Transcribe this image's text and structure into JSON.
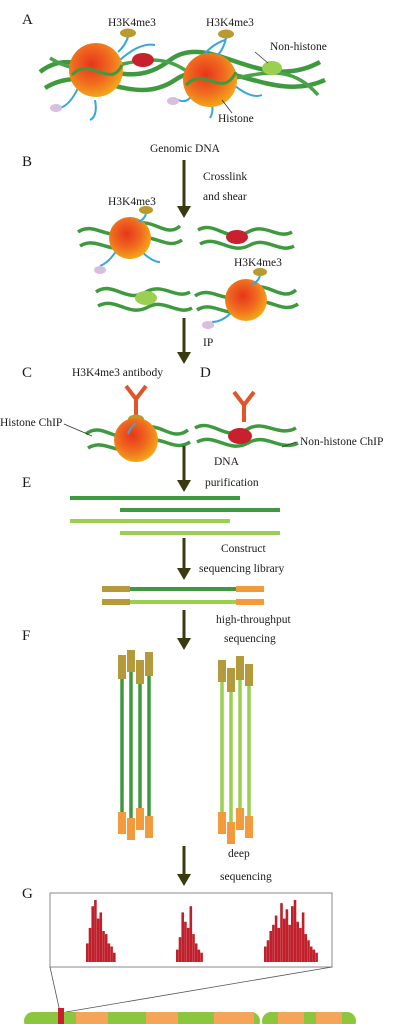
{
  "panels": [
    "A",
    "B",
    "C",
    "D",
    "E",
    "F",
    "G"
  ],
  "labels": {
    "h3k4me3_a1": "H3K4me3",
    "h3k4me3_a2": "H3K4me3",
    "non_histone": "Non-histone",
    "histone": "Histone",
    "genomic_dna": "Genomic DNA",
    "crosslink": "Crosslink",
    "and_shear": "and shear",
    "h3k4me3_b1": "H3K4me3",
    "h3k4me3_b2": "H3K4me3",
    "ip": "IP",
    "antibody": "H3K4me3 antibody",
    "histone_chip": "Histone ChIP",
    "dna": "DNA",
    "non_histone_chip": "Non-histone ChIP",
    "purification": "purification",
    "construct": "Construct",
    "seq_library": "sequencing library",
    "high_throughput": "high-throughput",
    "sequencing": "sequencing",
    "deep": "deep",
    "deep_sequencing": "sequencing"
  },
  "colors": {
    "dna_green": "#3f9a3f",
    "light_green": "#9bcf4f",
    "histone_core": "#e8351c",
    "histone_edge": "#f4a81a",
    "mark_olive": "#b89a2e",
    "nonhistone_red": "#c8202c",
    "tail_blue": "#35a8d8",
    "lavender": "#d8bfe0",
    "adapter_olive": "#b59a3c",
    "adapter_orange": "#f39a3c",
    "arrow": "#3a3a10",
    "peak_red": "#c0202c",
    "chrom_green": "#8cc63f",
    "chrom_orange": "#f5a55a"
  },
  "chart_data": {
    "type": "bar",
    "title": "",
    "xlabel": "",
    "ylabel": "",
    "peak_groups": [
      {
        "region": 1,
        "values": [
          0.3,
          0.55,
          0.9,
          1.0,
          0.7,
          0.8,
          0.5,
          0.45,
          0.3,
          0.25,
          0.15
        ]
      },
      {
        "region": 2,
        "values": [
          0.2,
          0.4,
          0.8,
          0.65,
          0.55,
          0.9,
          0.45,
          0.3,
          0.2,
          0.15
        ]
      },
      {
        "region": 3,
        "values": [
          0.25,
          0.35,
          0.5,
          0.6,
          0.75,
          0.55,
          0.95,
          0.7,
          0.85,
          0.6,
          0.9,
          1.0,
          0.65,
          0.55,
          0.8,
          0.45,
          0.35,
          0.25,
          0.2,
          0.15
        ]
      }
    ]
  }
}
